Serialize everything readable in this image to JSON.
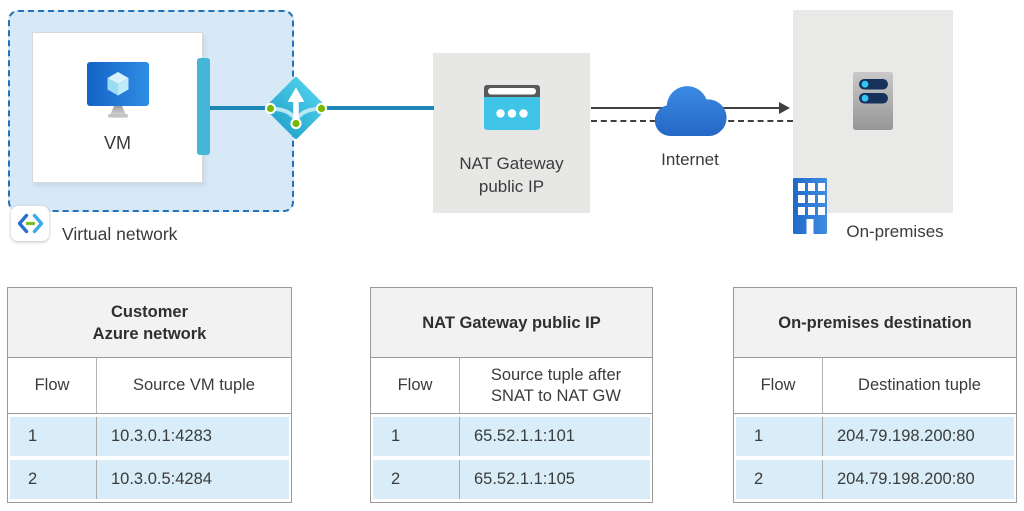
{
  "diagram": {
    "virtual_network": {
      "label": "Virtual network",
      "vm_label": "VM"
    },
    "nat_gateway_box": {
      "label_line1": "NAT Gateway",
      "label_line2": "public IP"
    },
    "internet": {
      "label": "Internet"
    },
    "on_premises": {
      "label": "On-premises"
    }
  },
  "tables": [
    {
      "title_lines": [
        "Customer",
        "Azure network"
      ],
      "columns": [
        "Flow",
        "Source VM tuple"
      ],
      "rows": [
        {
          "flow": "1",
          "value": "10.3.0.1:4283"
        },
        {
          "flow": "2",
          "value": "10.3.0.5:4284"
        }
      ]
    },
    {
      "title_lines": [
        "NAT Gateway public IP"
      ],
      "columns": [
        "Flow",
        "Source tuple after SNAT to NAT GW"
      ],
      "rows": [
        {
          "flow": "1",
          "value": "65.52.1.1:101"
        },
        {
          "flow": "2",
          "value": "65.52.1.1:105"
        }
      ]
    },
    {
      "title_lines": [
        "On-premises destination"
      ],
      "columns": [
        "Flow",
        "Destination tuple"
      ],
      "rows": [
        {
          "flow": "1",
          "value": "204.79.198.200:80"
        },
        {
          "flow": "2",
          "value": "204.79.198.200:80"
        }
      ]
    }
  ],
  "icons": {
    "vm": "monitor-with-cube-icon",
    "subnet": "subnet-bar",
    "nat_gateway": "nat-gateway-diamond-icon",
    "virtual_network": "angle-brackets-dots-icon",
    "public_ip": "browser-window-dots-icon",
    "internet": "cloud-icon",
    "server": "server-rack-icon",
    "building": "office-building-icon"
  },
  "colors": {
    "vnet_fill": "#d7e8f6",
    "vnet_border": "#2273bb",
    "subnet_teal": "#44b7d7",
    "connector_teal": "#1d86b5",
    "connector_dark": "#404040",
    "gray_box": "#e7e7e6",
    "azure_blue": "#2e7cd6",
    "nat_cyan": "#3fc3e6",
    "green_dot": "#7ab800",
    "table_title_bg": "#f2f2f2",
    "table_row_bg": "#d8edf8",
    "table_border": "#9a9a9a",
    "text": "#3b3b3b"
  }
}
